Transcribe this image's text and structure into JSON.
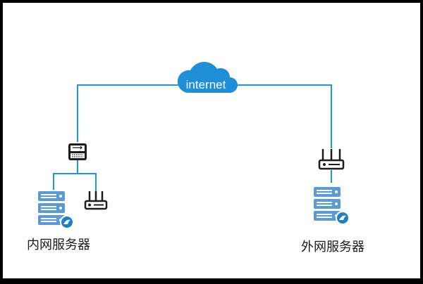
{
  "cloud": {
    "label": "internet",
    "icon": "cloud-icon",
    "color": "#1e8fd6"
  },
  "link_color": "#1a9ad6",
  "server_color": "#5b9bd5",
  "nodes": {
    "internal": {
      "label": "内网服务器",
      "gateway_icon": "switch-icon",
      "device_icon": "router-icon",
      "server_icon": "server-icon"
    },
    "external": {
      "label": "外网服务器",
      "gateway_icon": "router-icon",
      "server_icon": "server-icon"
    }
  }
}
